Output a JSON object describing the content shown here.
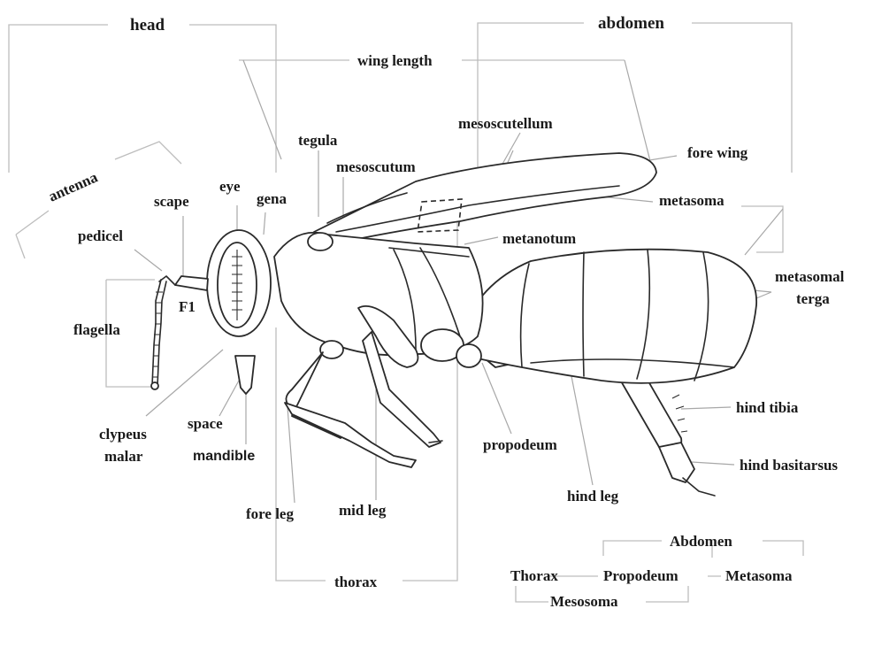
{
  "labels": {
    "head": "head",
    "abdomen": "abdomen",
    "wing_length": "wing length",
    "mesoscutellum": "mesoscutellum",
    "tegula": "tegula",
    "mesoscutum": "mesoscutum",
    "fore_wing": "fore wing",
    "antenna": "antenna",
    "eye": "eye",
    "scape": "scape",
    "gena": "gena",
    "metasoma": "metasoma",
    "pedicel": "pedicel",
    "metanotum": "metanotum",
    "metasomal": "metasomal",
    "terga": "terga",
    "f1": "F1",
    "flagella": "flagella",
    "hind_tibia": "hind tibia",
    "space": "space",
    "clypeus": "clypeus",
    "malar": "malar",
    "mandible": "mandible",
    "propodeum": "propodeum",
    "hind_basitarsus": "hind basitarsus",
    "hind_leg": "hind leg",
    "fore_leg": "fore leg",
    "mid_leg": "mid leg",
    "thorax": "thorax"
  },
  "legend": {
    "abdomen": "Abdomen",
    "thorax": "Thorax",
    "propodeum": "Propodeum",
    "metasoma": "Metasoma",
    "mesosoma": "Mesosoma"
  }
}
